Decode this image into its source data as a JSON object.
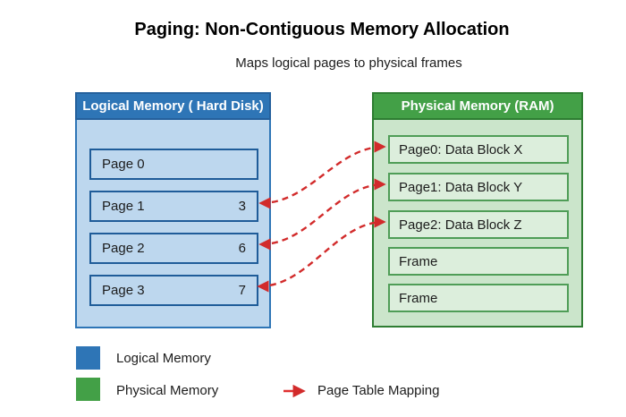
{
  "title": "Paging: Non-Contiguous Memory Allocation",
  "subtitle": "Maps logical pages to physical frames",
  "logical_memory": {
    "header": "Logical Memory ( Hard Disk)",
    "rows": [
      {
        "label": "Page 0",
        "frame": ""
      },
      {
        "label": "Page 1",
        "frame": "3"
      },
      {
        "label": "Page 2",
        "frame": "6"
      },
      {
        "label": "Page 3",
        "frame": "7"
      }
    ]
  },
  "physical_memory": {
    "header": "Physical Memory (RAM)",
    "rows": [
      "Page0: Data Block X",
      "Page1: Data Block Y",
      "Page2: Data Block Z",
      "Frame",
      "Frame"
    ]
  },
  "mappings": [
    {
      "from": "Page 1",
      "to": "Page0: Data Block X"
    },
    {
      "from": "Page 2",
      "to": "Page1: Data Block Y"
    },
    {
      "from": "Page 3",
      "to": "Page2: Data Block Z"
    }
  ],
  "legend": {
    "logical_label": "Logical Memory",
    "physical_label": "Physical Memory",
    "mapping_label": "Page Table Mapping"
  },
  "colors": {
    "logical_header": "#2e75b6",
    "logical_fill": "#bdd7ee",
    "logical_row_border": "#1f5c99",
    "physical_header": "#43a047",
    "physical_fill": "#cbe5cb",
    "physical_row_fill": "#dceedc",
    "physical_border": "#2e7d32",
    "arrow_red": "#d22b2b"
  }
}
